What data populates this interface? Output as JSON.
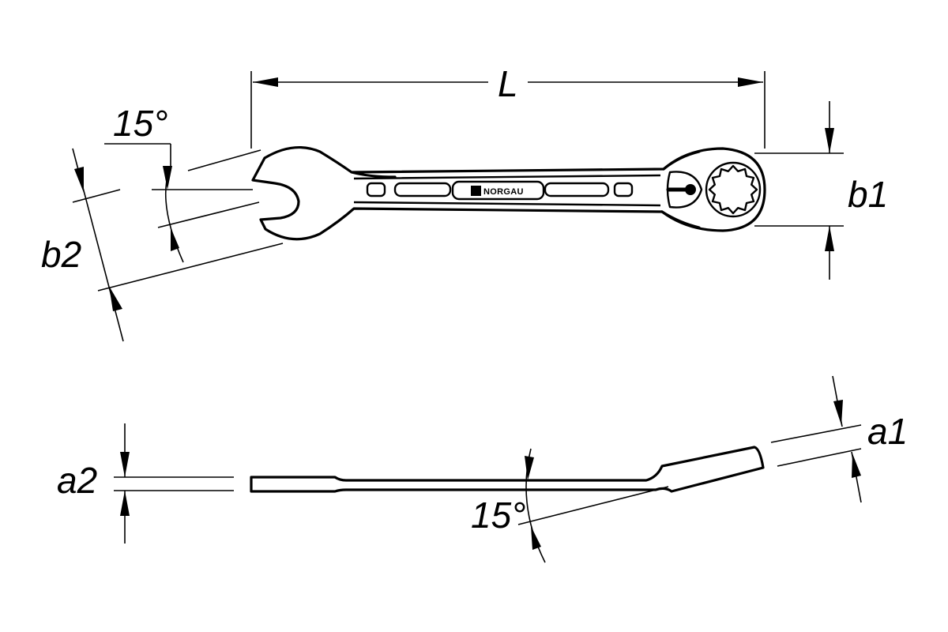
{
  "diagram": {
    "brand": "NORGAU",
    "labels": {
      "length": "L",
      "head_width_ring": "b1",
      "head_width_open": "b2",
      "thickness_ring": "a1",
      "thickness_open": "a2",
      "angle_open_end": "15°",
      "angle_ring_offset": "15°"
    },
    "colors": {
      "line": "#000000",
      "background": "#ffffff"
    }
  }
}
